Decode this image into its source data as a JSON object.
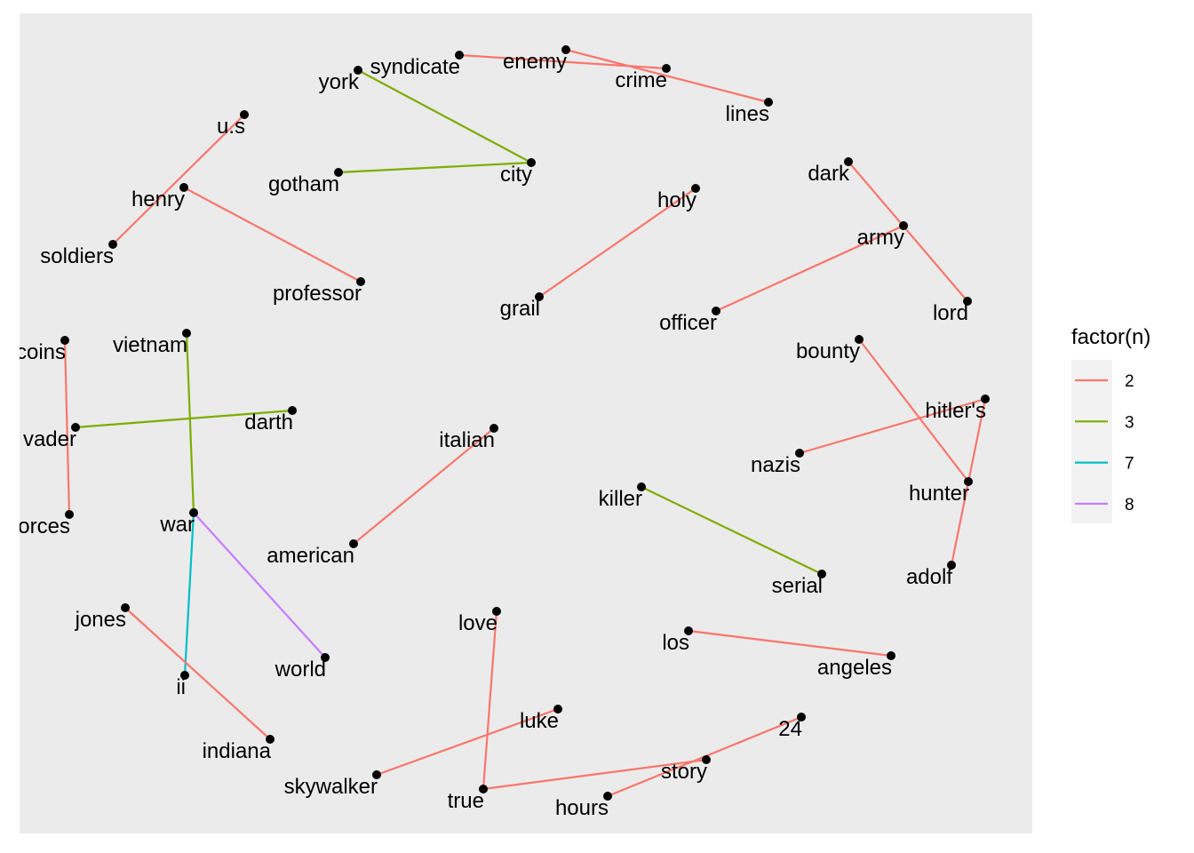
{
  "chart_data": {
    "type": "network",
    "title": "",
    "legend": {
      "title": "factor(n)",
      "placement": "right",
      "entries": [
        {
          "label": "2",
          "color": "#F8766D"
        },
        {
          "label": "3",
          "color": "#7CAE00"
        },
        {
          "label": "7",
          "color": "#00BFC4"
        },
        {
          "label": "8",
          "color": "#C77CFF"
        }
      ]
    },
    "panel_background": "#EBEBEB",
    "xlim": [
      2.2,
      116.2
    ],
    "ylim": [
      2.2,
      94.5
    ],
    "nodes": [
      {
        "name": "syndicate",
        "x": 51.7,
        "y": 89.8
      },
      {
        "name": "enemy",
        "x": 63.7,
        "y": 90.4
      },
      {
        "name": "crime",
        "x": 75.0,
        "y": 88.3
      },
      {
        "name": "lines",
        "x": 86.5,
        "y": 84.5
      },
      {
        "name": "york",
        "x": 40.3,
        "y": 88.1
      },
      {
        "name": "city",
        "x": 59.8,
        "y": 77.7
      },
      {
        "name": "gotham",
        "x": 38.1,
        "y": 76.6
      },
      {
        "name": "u.s",
        "x": 27.5,
        "y": 83.1
      },
      {
        "name": "henry",
        "x": 20.7,
        "y": 74.9
      },
      {
        "name": "soldiers",
        "x": 12.7,
        "y": 68.5
      },
      {
        "name": "professor",
        "x": 40.6,
        "y": 64.3
      },
      {
        "name": "holy",
        "x": 78.3,
        "y": 74.8
      },
      {
        "name": "grail",
        "x": 60.7,
        "y": 62.6
      },
      {
        "name": "dark",
        "x": 95.5,
        "y": 77.8
      },
      {
        "name": "army",
        "x": 101.7,
        "y": 70.6
      },
      {
        "name": "lord",
        "x": 108.9,
        "y": 62.1
      },
      {
        "name": "officer",
        "x": 80.6,
        "y": 61.0
      },
      {
        "name": "bounty",
        "x": 96.7,
        "y": 57.8
      },
      {
        "name": "hitler's",
        "x": 110.9,
        "y": 51.1
      },
      {
        "name": "nazis",
        "x": 90.0,
        "y": 45.0
      },
      {
        "name": "hunter",
        "x": 109.0,
        "y": 41.8
      },
      {
        "name": "adolf",
        "x": 107.1,
        "y": 32.4
      },
      {
        "name": "coins",
        "x": 7.3,
        "y": 57.7
      },
      {
        "name": "vietnam",
        "x": 21.0,
        "y": 58.5
      },
      {
        "name": "vader",
        "x": 8.5,
        "y": 47.9
      },
      {
        "name": "darth",
        "x": 32.9,
        "y": 49.8
      },
      {
        "name": "forces",
        "x": 7.8,
        "y": 38.1
      },
      {
        "name": "war",
        "x": 21.8,
        "y": 38.3
      },
      {
        "name": "italian",
        "x": 55.6,
        "y": 47.8
      },
      {
        "name": "american",
        "x": 39.8,
        "y": 34.8
      },
      {
        "name": "killer",
        "x": 72.2,
        "y": 41.2
      },
      {
        "name": "serial",
        "x": 92.5,
        "y": 31.4
      },
      {
        "name": "jones",
        "x": 14.1,
        "y": 27.6
      },
      {
        "name": "ii",
        "x": 20.8,
        "y": 20.0
      },
      {
        "name": "world",
        "x": 36.6,
        "y": 22.0
      },
      {
        "name": "indiana",
        "x": 30.4,
        "y": 12.8
      },
      {
        "name": "love",
        "x": 55.9,
        "y": 27.2
      },
      {
        "name": "los",
        "x": 77.5,
        "y": 25.0
      },
      {
        "name": "angeles",
        "x": 100.3,
        "y": 22.2
      },
      {
        "name": "luke",
        "x": 62.8,
        "y": 16.2
      },
      {
        "name": "24",
        "x": 90.2,
        "y": 15.3
      },
      {
        "name": "skywalker",
        "x": 42.4,
        "y": 8.8
      },
      {
        "name": "story",
        "x": 79.5,
        "y": 10.5
      },
      {
        "name": "true",
        "x": 54.4,
        "y": 7.2
      },
      {
        "name": "hours",
        "x": 68.4,
        "y": 6.4
      }
    ],
    "edges": [
      {
        "from": "syndicate",
        "to": "crime",
        "n": "2"
      },
      {
        "from": "enemy",
        "to": "lines",
        "n": "2"
      },
      {
        "from": "york",
        "to": "city",
        "n": "3"
      },
      {
        "from": "gotham",
        "to": "city",
        "n": "3"
      },
      {
        "from": "u.s",
        "to": "soldiers",
        "n": "2"
      },
      {
        "from": "henry",
        "to": "professor",
        "n": "2"
      },
      {
        "from": "holy",
        "to": "grail",
        "n": "2"
      },
      {
        "from": "dark",
        "to": "lord",
        "n": "2"
      },
      {
        "from": "army",
        "to": "officer",
        "n": "2"
      },
      {
        "from": "bounty",
        "to": "hunter",
        "n": "2"
      },
      {
        "from": "hitler's",
        "to": "nazis",
        "n": "2"
      },
      {
        "from": "hitler's",
        "to": "adolf",
        "n": "2"
      },
      {
        "from": "coins",
        "to": "forces",
        "n": "2"
      },
      {
        "from": "vietnam",
        "to": "war",
        "n": "3"
      },
      {
        "from": "vader",
        "to": "darth",
        "n": "3"
      },
      {
        "from": "war",
        "to": "ii",
        "n": "7"
      },
      {
        "from": "war",
        "to": "world",
        "n": "8"
      },
      {
        "from": "italian",
        "to": "american",
        "n": "2"
      },
      {
        "from": "killer",
        "to": "serial",
        "n": "3"
      },
      {
        "from": "jones",
        "to": "indiana",
        "n": "2"
      },
      {
        "from": "love",
        "to": "true",
        "n": "2"
      },
      {
        "from": "los",
        "to": "angeles",
        "n": "2"
      },
      {
        "from": "luke",
        "to": "skywalker",
        "n": "2"
      },
      {
        "from": "true",
        "to": "story",
        "n": "2"
      },
      {
        "from": "24",
        "to": "hours",
        "n": "2"
      }
    ]
  }
}
